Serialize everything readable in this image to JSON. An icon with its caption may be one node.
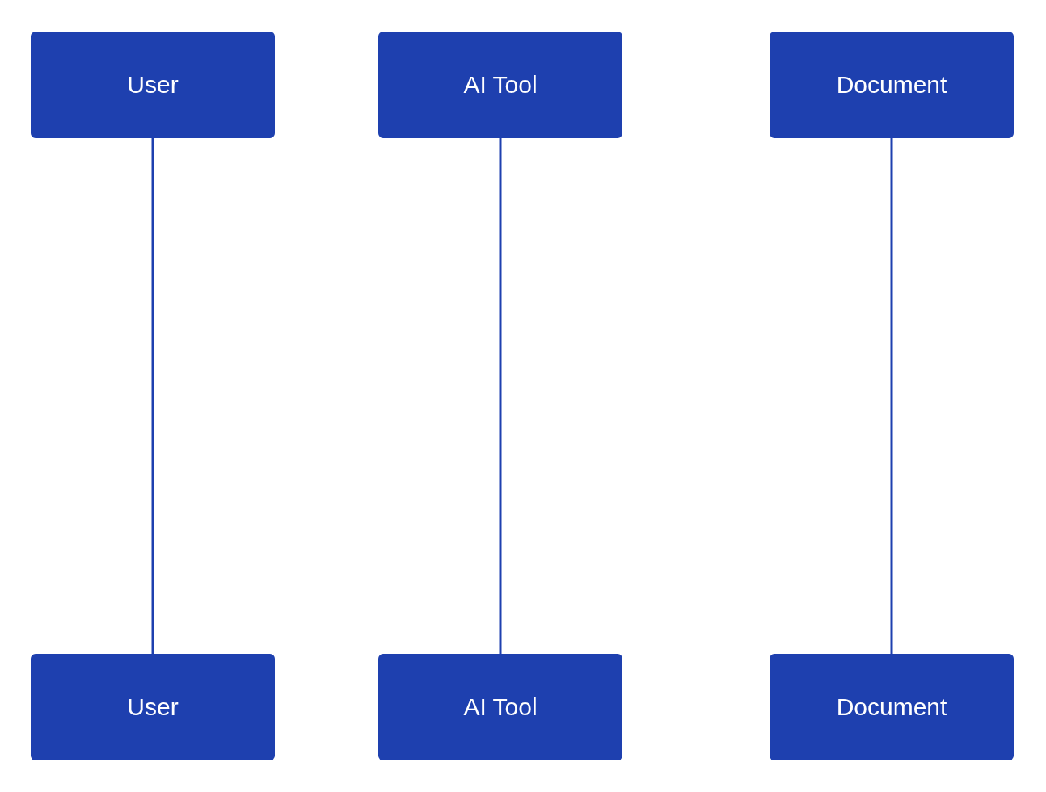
{
  "diagram": {
    "nodes": [
      {
        "text": [
          "User"
        ]
      },
      {
        "text": [
          "AI Tool"
        ]
      },
      {
        "text": [
          "Document"
        ]
      },
      {
        "text": [
          "User"
        ]
      },
      {
        "text": [
          "AI Tool"
        ]
      },
      {
        "text": [
          "Document"
        ]
      }
    ],
    "edges": [
      {
        "from": 0,
        "to": 3,
        "arrow": "none"
      },
      {
        "from": 1,
        "to": 4,
        "arrow": "none"
      },
      {
        "from": 2,
        "to": 5,
        "arrow": "none"
      }
    ]
  }
}
